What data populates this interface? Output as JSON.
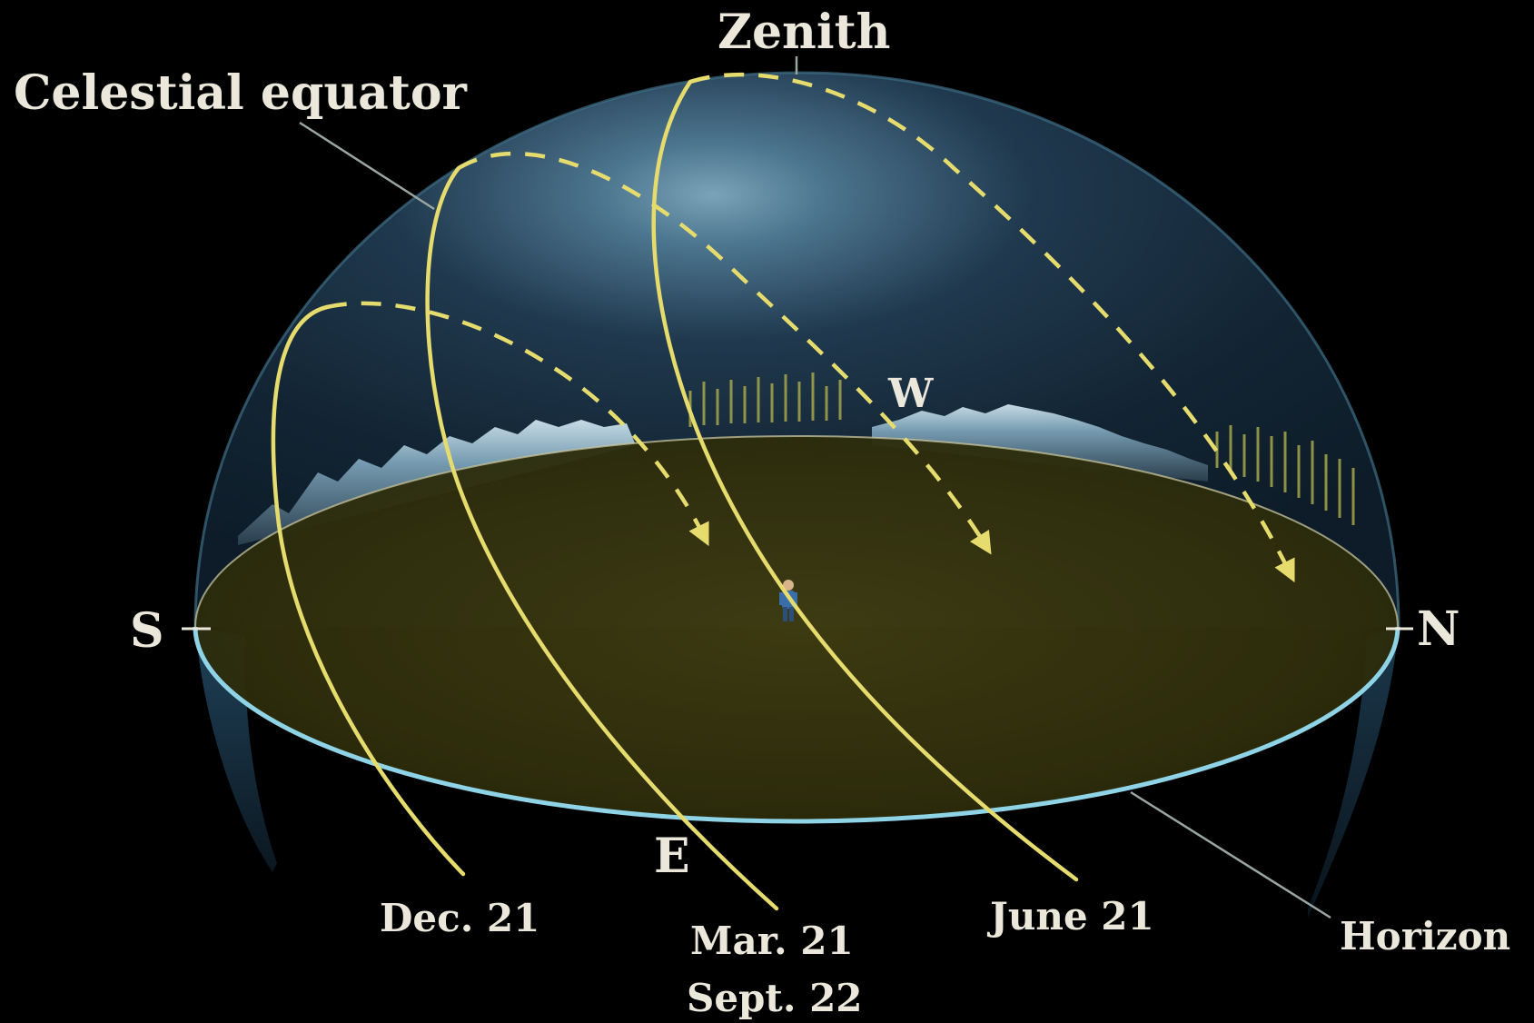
{
  "labels": {
    "zenith": "Zenith",
    "celestial_equator": "Celestial equator",
    "south": "S",
    "north": "N",
    "east": "E",
    "west": "W",
    "horizon": "Horizon",
    "dec21": "Dec. 21",
    "mar21": "Mar. 21",
    "sept22": "Sept. 22",
    "june21": "June 21"
  },
  "colors": {
    "background": "#000000",
    "sun_path": "#e6dc6e",
    "horizon_ring": "#8fd3e6",
    "dome": "#1a3346",
    "ground": "#3a3a10",
    "label": "#ebe7da",
    "leader_line": "#9aa7a0"
  },
  "icons": {
    "observer": "person-figure",
    "mountains": "mountain-range",
    "trees": "tree-line"
  }
}
